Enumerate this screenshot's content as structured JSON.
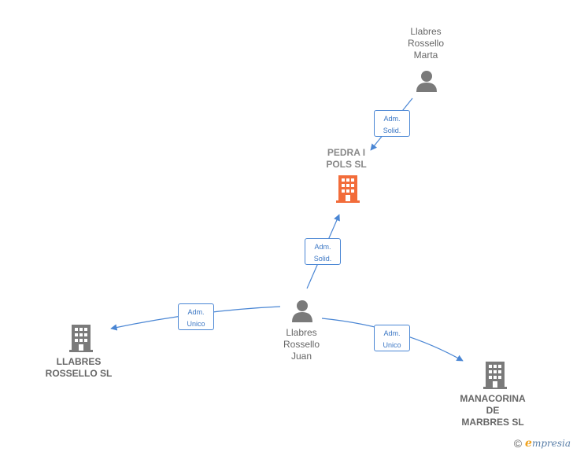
{
  "colors": {
    "edge": "#4a86d4",
    "person_icon": "#7a7a7a",
    "company_icon": "#7a7a7a",
    "focus_company_icon": "#f26c3a"
  },
  "nodes": {
    "marta": {
      "label": "Llabres\nRossello\nMarta",
      "icon": "person-icon"
    },
    "pedra": {
      "label": "PEDRA I\nPOLS SL",
      "icon": "building-icon"
    },
    "juan": {
      "label": "Llabres\nRossello\nJuan",
      "icon": "person-icon"
    },
    "llabres_sl": {
      "label": "LLABRES\nROSSELLO SL",
      "icon": "building-icon"
    },
    "manacorina": {
      "label": "MANACORINA\nDE\nMARBRES SL",
      "icon": "building-icon"
    }
  },
  "edges": {
    "marta_pedra": {
      "line1": "Adm.",
      "line2": "Solid."
    },
    "juan_pedra": {
      "line1": "Adm.",
      "line2": "Solid."
    },
    "juan_llabres": {
      "line1": "Adm.",
      "line2": "Unico"
    },
    "juan_manacorina": {
      "line1": "Adm.",
      "line2": "Unico"
    }
  },
  "footer": {
    "copyright": "©",
    "brand_initial": "e",
    "brand_rest": "mpresia"
  }
}
